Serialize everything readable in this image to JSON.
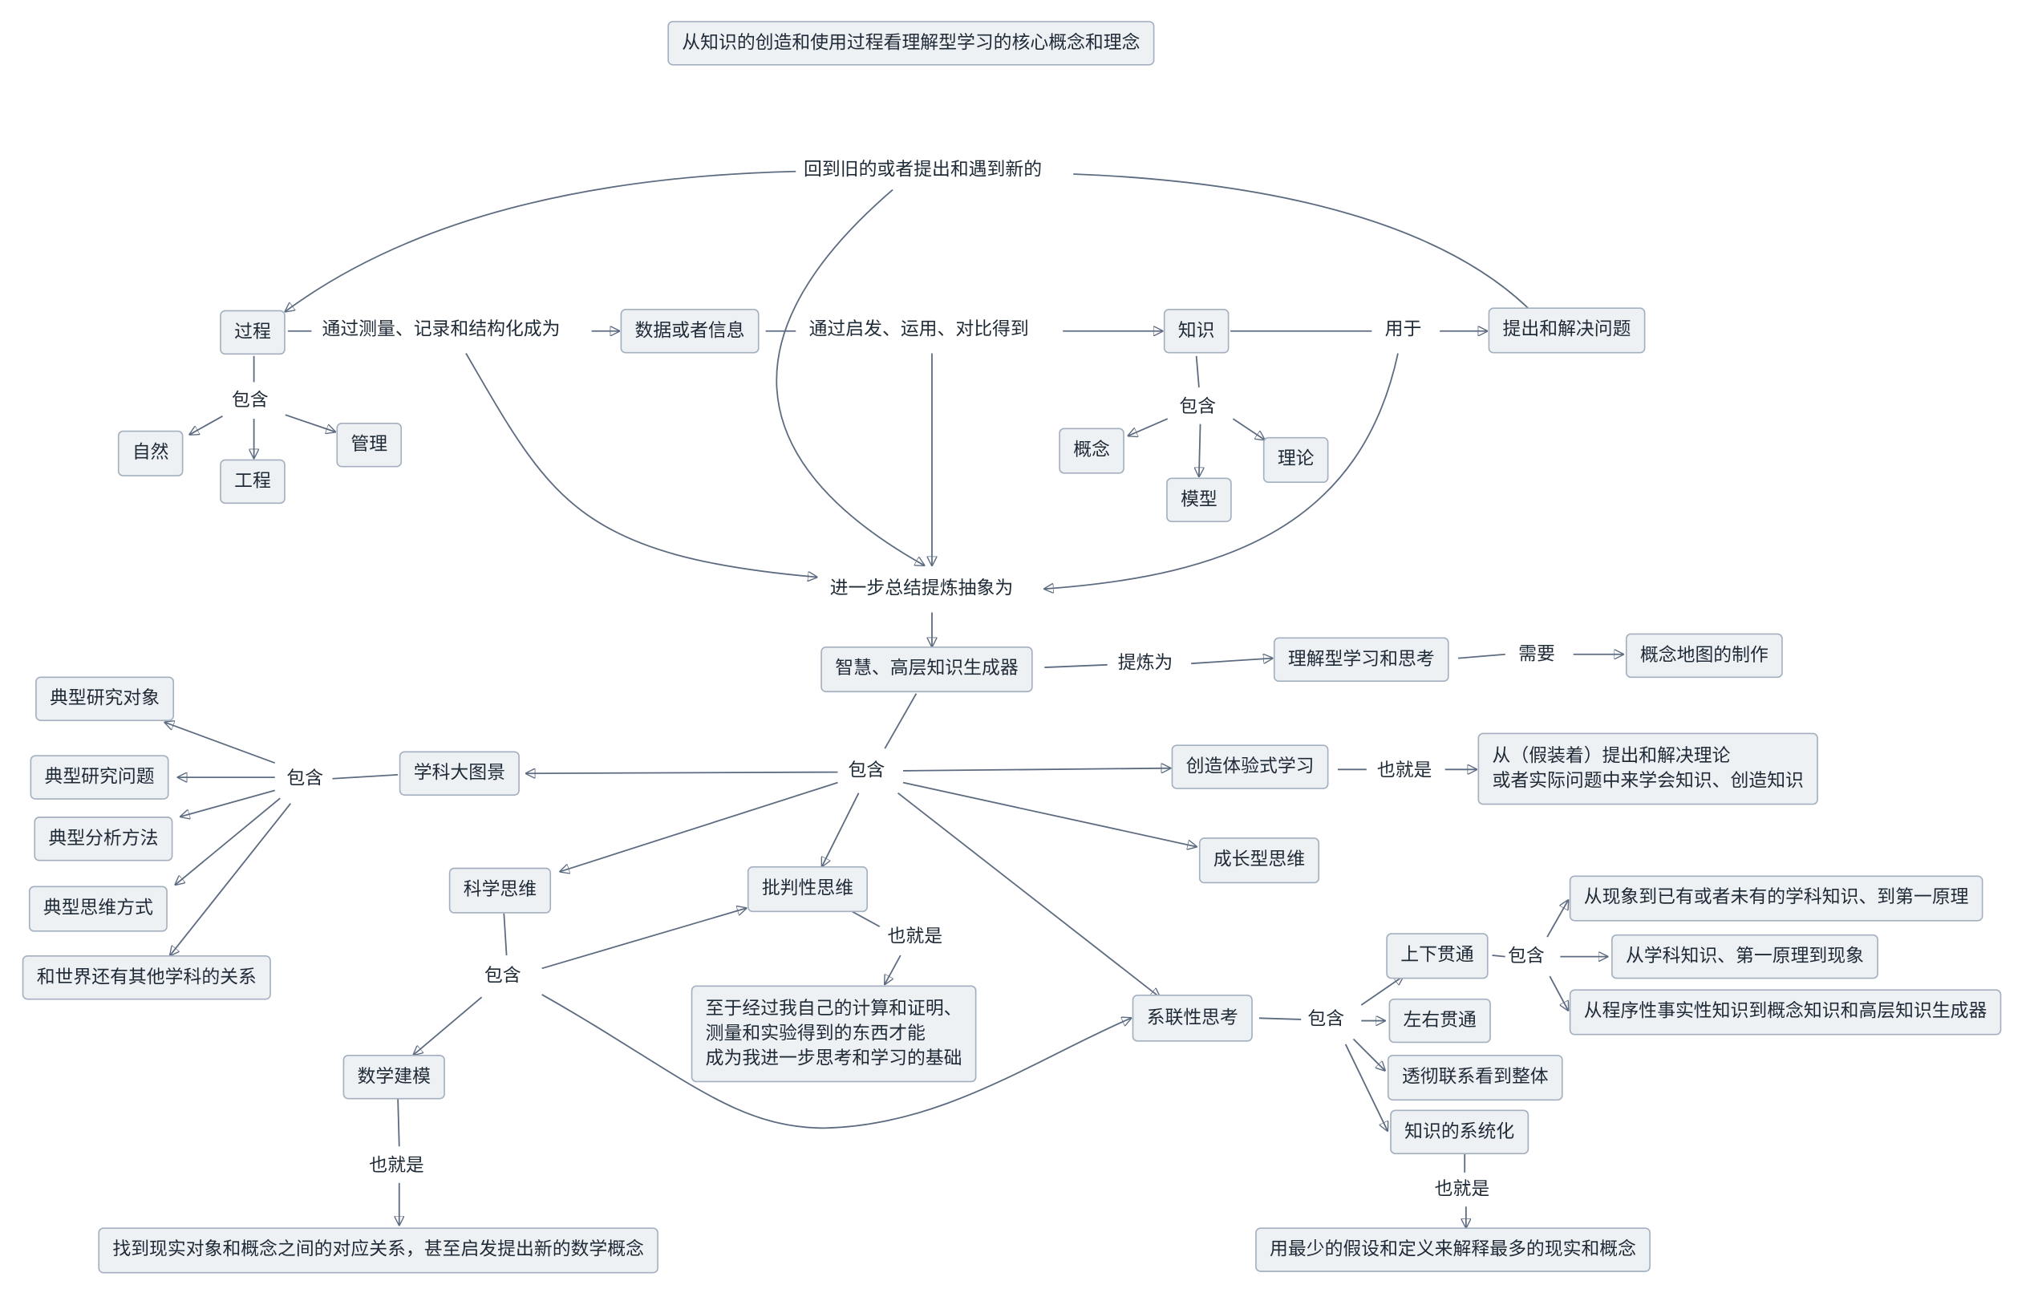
{
  "title": "从知识的创造和使用过程看理解型学习的核心概念和理念",
  "nodes": {
    "guocheng": "过程",
    "ziran": "自然",
    "gongcheng": "工程",
    "guanli": "管理",
    "shuju": "数据或者信息",
    "zhishi": "知识",
    "gainian": "概念",
    "moxing": "模型",
    "lilun": "理论",
    "tichu": "提出和解决问题",
    "zhihui": "智慧、高层知识生成器",
    "lijie": "理解型学习和思考",
    "ditu": "概念地图的制作",
    "xueke": "学科大图景",
    "duixiang": "典型研究对象",
    "wenti": "典型研究问题",
    "fenxi": "典型分析方法",
    "siwei_fs": "典型思维方式",
    "guanxi": "和世界还有其他学科的关系",
    "chuangzao": "创造体验式学习",
    "chuangzao_desc": "从（假装着）提出和解决理论\n或者实际问题中来学会知识、创造知识",
    "chengzhang": "成长型思维",
    "kexue": "科学思维",
    "pipan": "批判性思维",
    "pipan_desc": "至于经过我自己的计算和证明、\n测量和实验得到的东西才能\n成为我进一步思考和学习的基础",
    "shuxue": "数学建模",
    "shuxue_desc": "找到现实对象和概念之间的对应关系，甚至启发提出新的数学概念",
    "xitong": "系联性思考",
    "shangxia": "上下贯通",
    "xianxiang": "从现象到已有或者未有的学科知识、到第一原理",
    "xueke_xx": "从学科知识、第一原理到现象",
    "chengxu": "从程序性事实性知识到概念知识和高层知识生成器",
    "zuoyou": "左右贯通",
    "toche": "透彻联系看到整体",
    "xitonghua": "知识的系统化",
    "zuishao": "用最少的假设和定义来解释最多的现实和概念"
  },
  "labels": {
    "huidao": "回到旧的或者提出和遇到新的",
    "celiang": "通过测量、记录和结构化成为",
    "qifa": "通过启发、运用、对比得到",
    "yongyu": "用于",
    "baohan_gc": "包含",
    "baohan_zs": "包含",
    "jinyibu": "进一步总结提炼抽象为",
    "tilian": "提炼为",
    "xuyao": "需要",
    "baohan_main": "包含",
    "baohan_xk": "包含",
    "yejiushi_cz": "也就是",
    "baohan_kx": "包含",
    "yejiushi_pp": "也就是",
    "yejiushi_sx": "也就是",
    "baohan_xt": "包含",
    "baohan_sx": "包含",
    "yejiushi_xth": "也就是"
  }
}
